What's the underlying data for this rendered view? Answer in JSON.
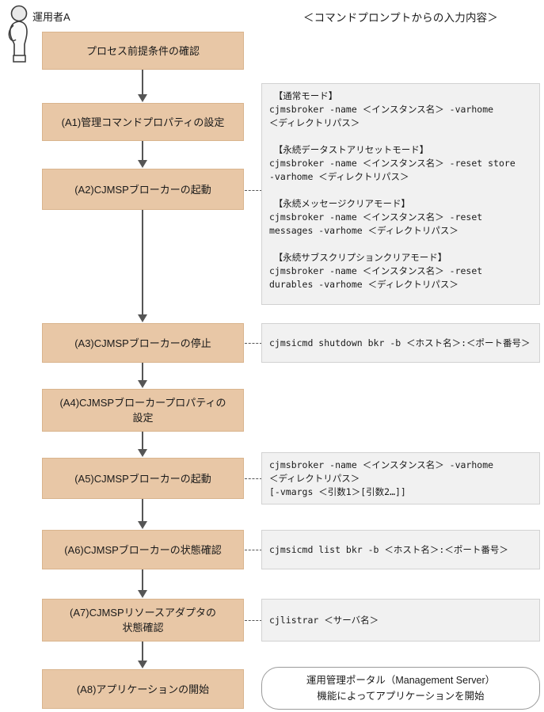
{
  "actor": {
    "icon": "person-standing-icon",
    "label": "運用者A"
  },
  "header": {
    "commands_title": "＜コマンドプロンプトからの入力内容＞"
  },
  "colors": {
    "process_fill": "#e8c7a6",
    "process_border": "#d9b48d",
    "command_fill": "#f1f1f1",
    "command_border": "#d2d2d2",
    "arrow": "#555555",
    "rounded_border": "#9a9a9a",
    "background": "#ffffff"
  },
  "flow": {
    "steps": [
      {
        "id": "start",
        "label": "プロセス前提条件の確認"
      },
      {
        "id": "a1",
        "label": "(A1)管理コマンドプロパティの設定"
      },
      {
        "id": "a2",
        "label": "(A2)CJMSPブローカーの起動"
      },
      {
        "id": "a3",
        "label": "(A3)CJMSPブローカーの停止"
      },
      {
        "id": "a4",
        "label": "(A4)CJMSPブローカープロパティの\n設定"
      },
      {
        "id": "a5",
        "label": "(A5)CJMSPブローカーの起動"
      },
      {
        "id": "a6",
        "label": "(A6)CJMSPブローカーの状態確認"
      },
      {
        "id": "a7",
        "label": "(A7)CJMSPリソースアダプタの\n状態確認"
      },
      {
        "id": "a8",
        "label": "(A8)アプリケーションの開始"
      }
    ],
    "commands": [
      {
        "for": "a2",
        "text": "　【通常モード】\ncjmsbroker -name ＜インスタンス名＞ -varhome\n＜ディレクトリパス＞\n\n　【永続データストアリセットモード】\ncjmsbroker -name ＜インスタンス名＞ -reset store\n-varhome ＜ディレクトリパス＞\n\n　【永続メッセージクリアモード】\ncjmsbroker -name ＜インスタンス名＞ -reset\nmessages -varhome ＜ディレクトリパス＞\n\n　【永続サブスクリプションクリアモード】\ncjmsbroker -name ＜インスタンス名＞ -reset\ndurables -varhome ＜ディレクトリパス＞"
      },
      {
        "for": "a3",
        "text": "cjmsicmd shutdown bkr -b ＜ホスト名＞:＜ポート番号＞"
      },
      {
        "for": "a5",
        "text": "cjmsbroker -name ＜インスタンス名＞ -varhome\n＜ディレクトリパス＞\n[-vmargs ＜引数1＞[引数2…]]"
      },
      {
        "for": "a6",
        "text": "cjmsicmd list bkr -b ＜ホスト名＞:＜ポート番号＞"
      },
      {
        "for": "a7",
        "text": "cjlistrar ＜サーバ名＞"
      },
      {
        "for": "a8",
        "text": "運用管理ポータル（Management Server）\n機能によってアプリケーションを開始"
      }
    ]
  }
}
